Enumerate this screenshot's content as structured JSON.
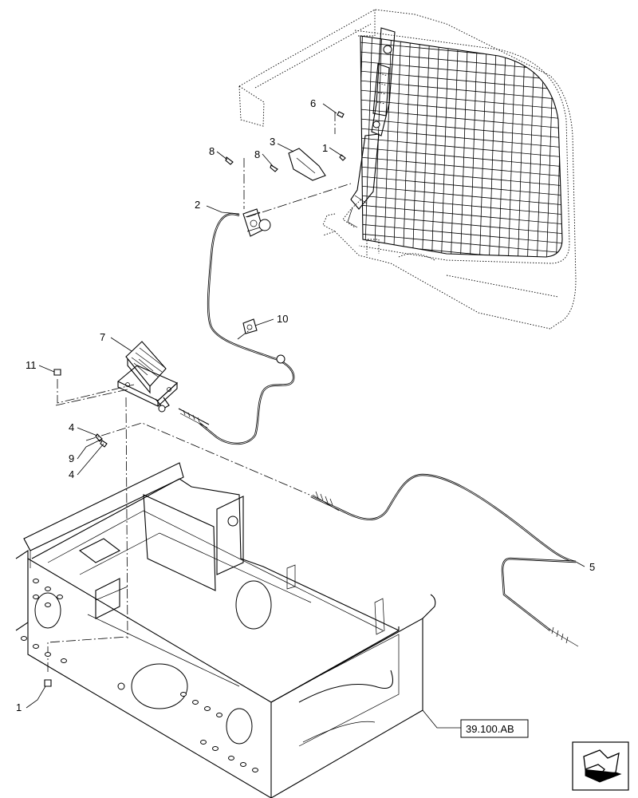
{
  "callouts": {
    "c1_top": "1",
    "c1_bottom": "1",
    "c2": "2",
    "c3": "3",
    "c4_upper": "4",
    "c4_lower": "4",
    "c5": "5",
    "c6": "6",
    "c7": "7",
    "c8_left": "8",
    "c8_right": "8",
    "c9": "9",
    "c10": "10",
    "c11": "11"
  },
  "reference_label": "39.100.AB",
  "icons": {
    "navigation": "next-page-arrow-icon"
  }
}
